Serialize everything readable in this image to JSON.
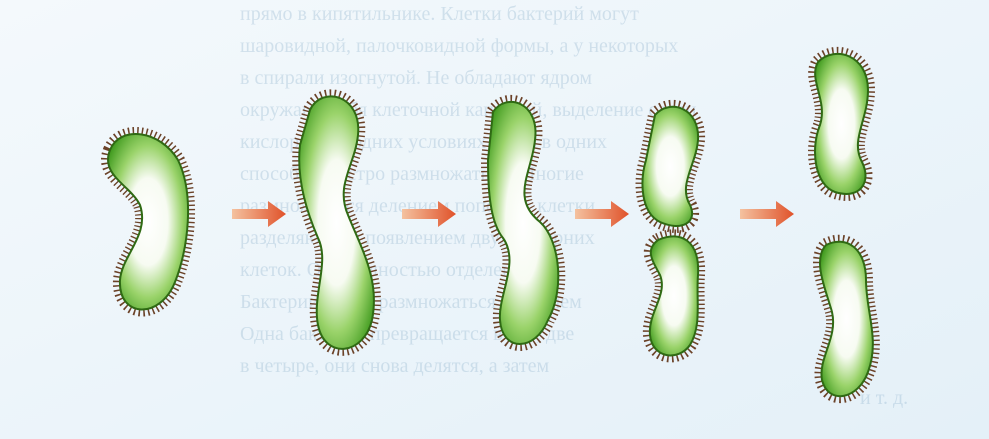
{
  "figure": {
    "topic": "bacterial-binary-fission",
    "stages": [
      {
        "id": "stage-1",
        "state": "single-cell"
      },
      {
        "id": "stage-2",
        "state": "elongated-constricting"
      },
      {
        "id": "stage-3",
        "state": "deep-constriction"
      },
      {
        "id": "stage-4",
        "state": "two-cells-separating"
      },
      {
        "id": "stage-5",
        "state": "two-daughter-cells"
      }
    ],
    "arrows": 4
  },
  "colors": {
    "background": "#eef6fb",
    "cell_fill_edge": "#3f9a1e",
    "cell_fill_mid": "#9ad36a",
    "cell_fill_center": "#ffffff",
    "cell_outline": "#2f6a14",
    "cilia": "#6b4228",
    "arrow_start": "#f4c2a0",
    "arrow_end": "#e0522a",
    "background_text": "#8fb2cc"
  },
  "background_text_lines": [
    "прямо в кипятильнике. Клетки бактерий могут",
    "шаровидной, палочковидной формы, а у некоторых",
    "в спирали изогнутой. Не обладают ядром",
    "окружают себя клеточной капсулой, выделение слизи",
    "кислорода, в одних условиях лишь в одних",
    "способна быстро размножаться. Многие",
    "размножаются делением пополам, клетки",
    "разделяются с появлением двух дочерних",
    "клеток. Они полностью отделены.",
    "Бактерии могут размножаться делением",
    "Одна бактерия превращается в две, две",
    "в четыре, они снова делятся, а затем",
    "и т. д."
  ]
}
